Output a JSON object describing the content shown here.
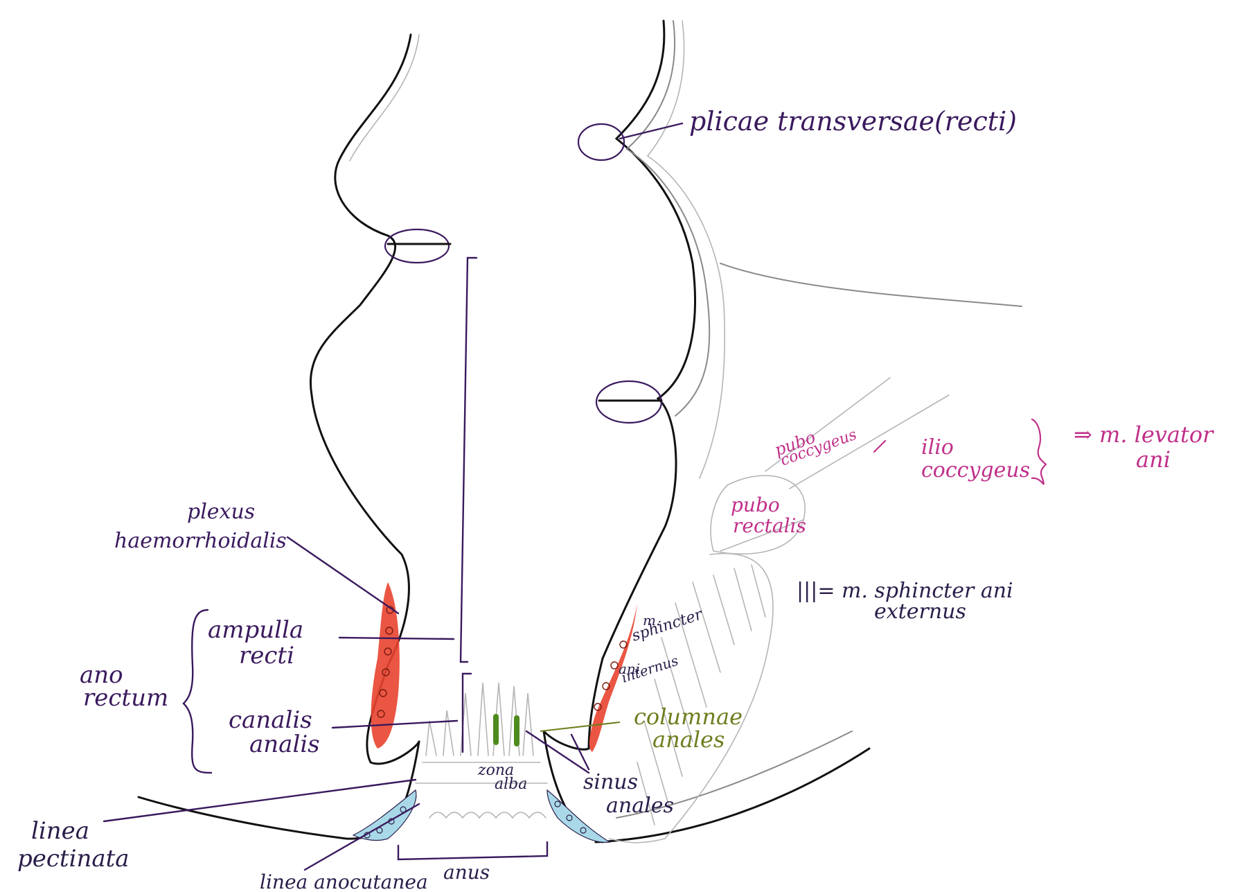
{
  "colors": {
    "label_purple": "#3a1a5e",
    "label_magenta": "#c0308a",
    "label_olive": "#6e7d1e",
    "plexus_red": "#e8442f",
    "vessel_blue": "#a9d9e8",
    "column_green": "#4f8a1e",
    "outline": "#111111"
  },
  "labels": {
    "plicae": "plicae transversae(recti)",
    "plexus_1": "plexus",
    "plexus_2": "haemorrhoidalis",
    "ampulla_1": "ampulla",
    "ampulla_2": "recti",
    "ano_1": "ano",
    "ano_2": "rectum",
    "canalis_1": "canalis",
    "canalis_2": "analis",
    "linea_pect_1": "linea",
    "linea_pect_2": "pectinata",
    "linea_ano": "linea anocutanea",
    "anus": "anus",
    "zona_1": "zona",
    "zona_2": "alba",
    "sinus_1": "sinus",
    "sinus_2": "anales",
    "columnae_1": "columnae",
    "columnae_2": "anales",
    "sphincter_int_1": "m.",
    "sphincter_int_2": "sphincter",
    "sphincter_int_3": "ani",
    "sphincter_int_4": "internus",
    "sphincter_ext_1": "|||= m. sphincter ani",
    "sphincter_ext_2": "externus",
    "pubococcygeus_1": "pubo",
    "pubococcygeus_2": "coccygeus",
    "iliococcygeus_1": "ilio",
    "iliococcygeus_2": "coccygeus",
    "levator_1": "⇒ m. levator",
    "levator_2": "ani",
    "puborectalis_1": "pubo",
    "puborectalis_2": "rectalis"
  },
  "icons": [
    "ellipse-marker",
    "bracket",
    "brace"
  ]
}
